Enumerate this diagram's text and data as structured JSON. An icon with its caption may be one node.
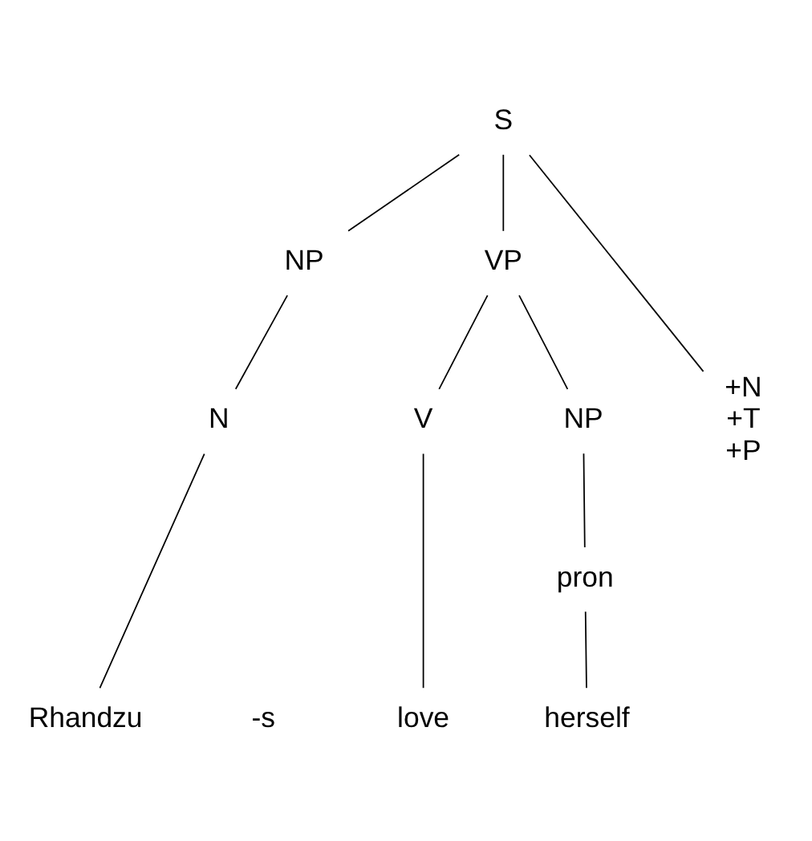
{
  "diagram": {
    "nodes": [
      {
        "text": [
          "S"
        ]
      },
      {
        "text": [
          "NP"
        ]
      },
      {
        "text": [
          "VP"
        ]
      },
      {
        "text": [
          "N"
        ]
      },
      {
        "text": [
          "+N",
          "+T",
          "+P"
        ]
      },
      {
        "text": [
          "V"
        ]
      },
      {
        "text": [
          "NP"
        ]
      },
      {
        "text": [
          "pron"
        ]
      },
      {
        "text": [
          "Rhandzu"
        ]
      },
      {
        "text": [
          "love"
        ]
      },
      {
        "text": [
          "herself"
        ]
      }
    ],
    "edges": [
      {
        "from": 0,
        "to": 1,
        "arrow": "none"
      },
      {
        "from": 0,
        "to": 4,
        "arrow": "none"
      },
      {
        "from": 0,
        "to": 2,
        "arrow": "none"
      },
      {
        "from": 1,
        "to": 3,
        "arrow": "none"
      },
      {
        "from": 2,
        "to": 5,
        "arrow": "none"
      },
      {
        "from": 2,
        "to": 6,
        "arrow": "none"
      },
      {
        "from": 3,
        "to": 8,
        "arrow": "none"
      },
      {
        "from": 5,
        "to": 9,
        "arrow": "none"
      },
      {
        "from": 6,
        "to": 7,
        "arrow": "none"
      },
      {
        "from": 7,
        "to": 10,
        "arrow": "none"
      }
    ],
    "labels": [
      "-s"
    ]
  }
}
